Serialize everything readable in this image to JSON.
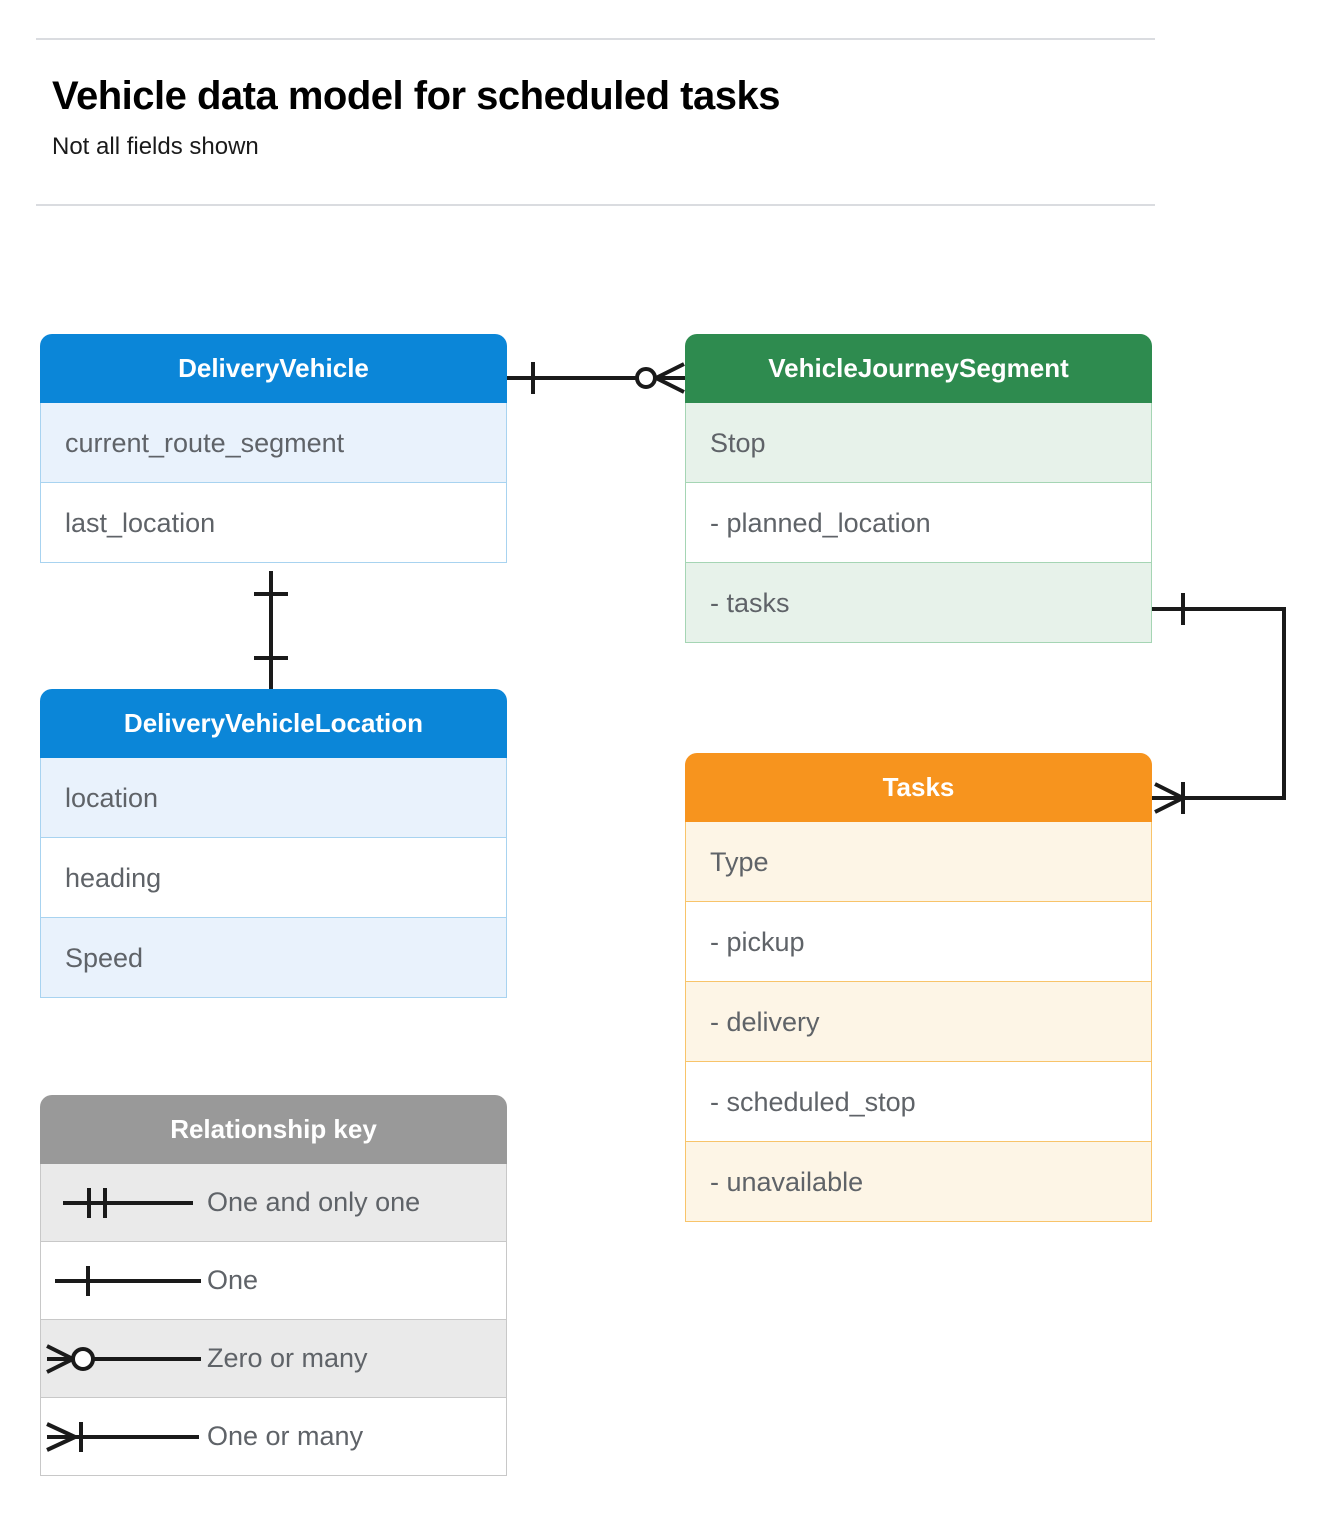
{
  "header": {
    "title": "Vehicle data model for scheduled tasks",
    "subtitle": "Not all fields shown"
  },
  "colors": {
    "blue_header": "#0b86d8",
    "blue_row": "#e9f2fc",
    "blue_border": "#a8d3f0",
    "green_header": "#2e8b4f",
    "green_row": "#e7f2ea",
    "green_border": "#a5d5b4",
    "orange_header": "#f7941e",
    "orange_row": "#fdf5e6",
    "orange_border": "#f8c46a",
    "grey_header": "#999999",
    "grey_row": "#eaeaea",
    "grey_border": "#c8c8c8",
    "text": "#5f6368",
    "rule": "#dadce0",
    "line": "#1a1a1a"
  },
  "entities": [
    {
      "id": "delivery-vehicle",
      "title": "DeliveryVehicle",
      "color": "blue",
      "rows": [
        {
          "label": "current_route_segment"
        },
        {
          "label": "last_location"
        }
      ]
    },
    {
      "id": "delivery-vehicle-location",
      "title": "DeliveryVehicleLocation",
      "color": "blue",
      "rows": [
        {
          "label": "location"
        },
        {
          "label": "heading"
        },
        {
          "label": "Speed"
        }
      ]
    },
    {
      "id": "vehicle-journey-segment",
      "title": "VehicleJourneySegment",
      "color": "green",
      "rows": [
        {
          "label": "Stop"
        },
        {
          "label": "-  planned_location"
        },
        {
          "label": "- tasks"
        }
      ]
    },
    {
      "id": "tasks",
      "title": "Tasks",
      "color": "orange",
      "rows": [
        {
          "label": "Type"
        },
        {
          "label": "  -  pickup"
        },
        {
          "label": "  -  delivery"
        },
        {
          "label": "  -  scheduled_stop"
        },
        {
          "label": "  -  unavailable"
        }
      ]
    }
  ],
  "legend": {
    "title": "Relationship key",
    "items": [
      {
        "symbol": "one-and-only-one",
        "label": "One and only one"
      },
      {
        "symbol": "one",
        "label": "One"
      },
      {
        "symbol": "zero-or-many",
        "label": "Zero or many"
      },
      {
        "symbol": "one-or-many",
        "label": "One or many"
      }
    ]
  },
  "relationships": [
    {
      "id": "deliveryvehicle-to-journeysegment",
      "from": "DeliveryVehicle",
      "from_cardinality": "one",
      "to": "VehicleJourneySegment",
      "to_cardinality": "zero-or-many"
    },
    {
      "id": "deliveryvehicle-to-vehiclelocation",
      "from": "DeliveryVehicle",
      "from_cardinality": "one",
      "to": "DeliveryVehicleLocation",
      "to_cardinality": "one"
    },
    {
      "id": "journeysegment-tasks-to-tasks",
      "from": "VehicleJourneySegment",
      "from_cardinality": "one",
      "to": "Tasks",
      "to_cardinality": "one-or-many"
    }
  ]
}
